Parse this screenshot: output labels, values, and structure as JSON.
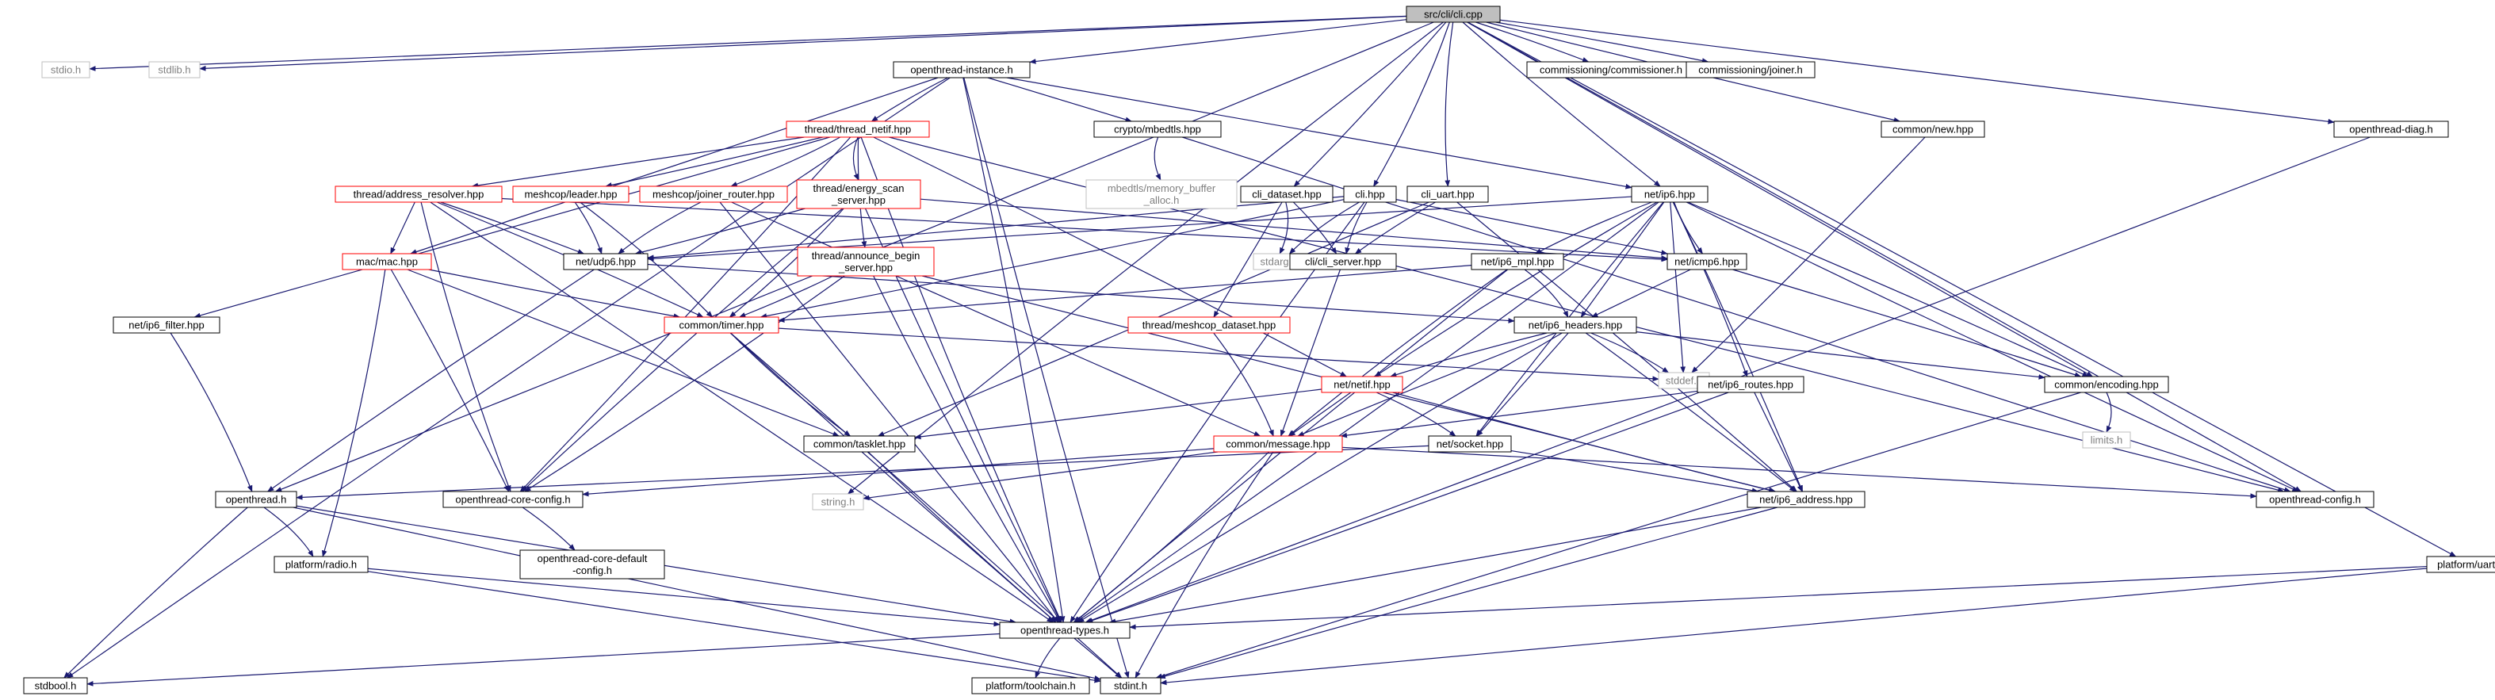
{
  "diagram": {
    "colors": {
      "root_fill": "#bfbfbf",
      "normal_border": "#000000",
      "link_border": "#ff0000",
      "system_border": "#bfbfbf",
      "system_text": "#808080",
      "edge": "#191970",
      "text": "#000000"
    },
    "nodes": [
      {
        "id": "cli_cpp",
        "label": "src/cli/cli.cpp",
        "kind": "root"
      },
      {
        "id": "stdio",
        "label": "stdio.h",
        "kind": "system"
      },
      {
        "id": "stdlib",
        "label": "stdlib.h",
        "kind": "system"
      },
      {
        "id": "ot_instance",
        "label": "openthread-instance.h",
        "kind": "normal"
      },
      {
        "id": "commissioner",
        "label": "commissioning/commissioner.h",
        "kind": "normal"
      },
      {
        "id": "joiner",
        "label": "commissioning/joiner.h",
        "kind": "normal"
      },
      {
        "id": "common_new",
        "label": "common/new.hpp",
        "kind": "normal"
      },
      {
        "id": "ot_diag",
        "label": "openthread-diag.h",
        "kind": "normal"
      },
      {
        "id": "thread_netif",
        "label": "thread/thread_netif.hpp",
        "kind": "link"
      },
      {
        "id": "crypto_mbedtls",
        "label": "crypto/mbedtls.hpp",
        "kind": "normal"
      },
      {
        "id": "mbedtls_mem",
        "label": "mbedtls/memory_buffer\n_alloc.h",
        "kind": "system"
      },
      {
        "id": "addr_resolver",
        "label": "thread/address_resolver.hpp",
        "kind": "link"
      },
      {
        "id": "meshcop_leader",
        "label": "meshcop/leader.hpp",
        "kind": "link"
      },
      {
        "id": "meshcop_jr",
        "label": "meshcop/joiner_router.hpp",
        "kind": "link"
      },
      {
        "id": "energy_scan",
        "label": "thread/energy_scan\n_server.hpp",
        "kind": "link"
      },
      {
        "id": "cli_dataset",
        "label": "cli_dataset.hpp",
        "kind": "normal"
      },
      {
        "id": "cli_hpp",
        "label": "cli.hpp",
        "kind": "normal"
      },
      {
        "id": "cli_uart",
        "label": "cli_uart.hpp",
        "kind": "normal"
      },
      {
        "id": "net_ip6",
        "label": "net/ip6.hpp",
        "kind": "normal"
      },
      {
        "id": "mac_mac",
        "label": "mac/mac.hpp",
        "kind": "link"
      },
      {
        "id": "net_udp6",
        "label": "net/udp6.hpp",
        "kind": "normal"
      },
      {
        "id": "announce_begin",
        "label": "thread/announce_begin\n_server.hpp",
        "kind": "link"
      },
      {
        "id": "stdarg",
        "label": "stdarg.h",
        "kind": "system"
      },
      {
        "id": "cli_server",
        "label": "cli/cli_server.hpp",
        "kind": "normal"
      },
      {
        "id": "ip6_mpl",
        "label": "net/ip6_mpl.hpp",
        "kind": "normal"
      },
      {
        "id": "net_icmp6",
        "label": "net/icmp6.hpp",
        "kind": "normal"
      },
      {
        "id": "ip6_filter",
        "label": "net/ip6_filter.hpp",
        "kind": "normal"
      },
      {
        "id": "common_timer",
        "label": "common/timer.hpp",
        "kind": "link"
      },
      {
        "id": "meshcop_dataset",
        "label": "thread/meshcop_dataset.hpp",
        "kind": "link"
      },
      {
        "id": "ip6_headers",
        "label": "net/ip6_headers.hpp",
        "kind": "normal"
      },
      {
        "id": "stddef",
        "label": "stddef.h",
        "kind": "system"
      },
      {
        "id": "net_netif",
        "label": "net/netif.hpp",
        "kind": "link"
      },
      {
        "id": "ip6_routes",
        "label": "net/ip6_routes.hpp",
        "kind": "normal"
      },
      {
        "id": "common_encoding",
        "label": "common/encoding.hpp",
        "kind": "normal"
      },
      {
        "id": "limits",
        "label": "limits.h",
        "kind": "system"
      },
      {
        "id": "common_tasklet",
        "label": "common/tasklet.hpp",
        "kind": "normal"
      },
      {
        "id": "common_message",
        "label": "common/message.hpp",
        "kind": "link"
      },
      {
        "id": "net_socket",
        "label": "net/socket.hpp",
        "kind": "normal"
      },
      {
        "id": "openthread_h",
        "label": "openthread.h",
        "kind": "normal"
      },
      {
        "id": "ot_core_config",
        "label": "openthread-core-config.h",
        "kind": "normal"
      },
      {
        "id": "string",
        "label": "string.h",
        "kind": "system"
      },
      {
        "id": "ip6_address",
        "label": "net/ip6_address.hpp",
        "kind": "normal"
      },
      {
        "id": "ot_config",
        "label": "openthread-config.h",
        "kind": "normal"
      },
      {
        "id": "platform_radio",
        "label": "platform/radio.h",
        "kind": "normal"
      },
      {
        "id": "ot_core_default",
        "label": "openthread-core-default\n-config.h",
        "kind": "normal"
      },
      {
        "id": "platform_uart",
        "label": "platform/uart.h",
        "kind": "normal"
      },
      {
        "id": "ot_types",
        "label": "openthread-types.h",
        "kind": "normal"
      },
      {
        "id": "stdbool",
        "label": "stdbool.h",
        "kind": "normal"
      },
      {
        "id": "toolchain",
        "label": "platform/toolchain.h",
        "kind": "normal"
      },
      {
        "id": "stdint",
        "label": "stdint.h",
        "kind": "normal"
      }
    ],
    "edges": [
      [
        "cli_cpp",
        "stdio"
      ],
      [
        "cli_cpp",
        "stdlib"
      ],
      [
        "cli_cpp",
        "ot_instance"
      ],
      [
        "cli_cpp",
        "commissioner"
      ],
      [
        "cli_cpp",
        "joiner"
      ],
      [
        "cli_cpp",
        "common_new"
      ],
      [
        "cli_cpp",
        "ot_diag"
      ],
      [
        "cli_cpp",
        "platform_uart"
      ],
      [
        "cli_cpp",
        "cli_dataset"
      ],
      [
        "cli_cpp",
        "cli_hpp"
      ],
      [
        "cli_cpp",
        "cli_uart"
      ],
      [
        "cli_cpp",
        "net_ip6"
      ],
      [
        "cli_cpp",
        "common_encoding"
      ],
      [
        "cli_cpp",
        "ot_config"
      ],
      [
        "cli_cpp",
        "openthread_h"
      ],
      [
        "cli_cpp",
        "string"
      ],
      [
        "ot_instance",
        "thread_netif"
      ],
      [
        "ot_instance",
        "crypto_mbedtls"
      ],
      [
        "ot_instance",
        "net_ip6"
      ],
      [
        "ot_instance",
        "ot_types"
      ],
      [
        "ot_instance",
        "stdbool"
      ],
      [
        "ot_instance",
        "stdint"
      ],
      [
        "ot_instance",
        "mac_mac"
      ],
      [
        "common_new",
        "stddef"
      ],
      [
        "ot_diag",
        "ot_types"
      ],
      [
        "crypto_mbedtls",
        "mbedtls_mem"
      ],
      [
        "crypto_mbedtls",
        "ot_config"
      ],
      [
        "thread_netif",
        "addr_resolver"
      ],
      [
        "thread_netif",
        "meshcop_leader"
      ],
      [
        "thread_netif",
        "meshcop_jr"
      ],
      [
        "thread_netif",
        "energy_scan"
      ],
      [
        "thread_netif",
        "announce_begin"
      ],
      [
        "thread_netif",
        "ip6_filter"
      ],
      [
        "thread_netif",
        "ot_core_config"
      ],
      [
        "thread_netif",
        "net_netif"
      ],
      [
        "thread_netif",
        "ot_types"
      ],
      [
        "thread_netif",
        "ot_config"
      ],
      [
        "addr_resolver",
        "mac_mac"
      ],
      [
        "addr_resolver",
        "net_udp6"
      ],
      [
        "addr_resolver",
        "common_timer"
      ],
      [
        "addr_resolver",
        "ot_core_config"
      ],
      [
        "addr_resolver",
        "net_icmp6"
      ],
      [
        "addr_resolver",
        "ot_types"
      ],
      [
        "meshcop_leader",
        "net_udp6"
      ],
      [
        "meshcop_leader",
        "common_timer"
      ],
      [
        "meshcop_jr",
        "net_udp6"
      ],
      [
        "meshcop_jr",
        "common_message"
      ],
      [
        "meshcop_jr",
        "ot_types"
      ],
      [
        "energy_scan",
        "net_udp6"
      ],
      [
        "energy_scan",
        "common_timer"
      ],
      [
        "energy_scan",
        "ot_core_config"
      ],
      [
        "energy_scan",
        "ot_types"
      ],
      [
        "energy_scan",
        "net_icmp6"
      ],
      [
        "announce_begin",
        "common_timer"
      ],
      [
        "announce_begin",
        "ot_core_config"
      ],
      [
        "announce_begin",
        "ot_types"
      ],
      [
        "announce_begin",
        "ip6_address"
      ],
      [
        "cli_dataset",
        "meshcop_dataset"
      ],
      [
        "cli_dataset",
        "cli_server"
      ],
      [
        "cli_dataset",
        "stdarg"
      ],
      [
        "cli_hpp",
        "stdarg"
      ],
      [
        "cli_hpp",
        "cli_server"
      ],
      [
        "cli_hpp",
        "net_icmp6"
      ],
      [
        "cli_hpp",
        "net_udp6"
      ],
      [
        "cli_hpp",
        "common_timer"
      ],
      [
        "cli_hpp",
        "ot_types"
      ],
      [
        "cli_uart",
        "cli_server"
      ],
      [
        "cli_uart",
        "common_tasklet"
      ],
      [
        "cli_uart",
        "ip6_address"
      ],
      [
        "net_ip6",
        "net_udp6"
      ],
      [
        "net_ip6",
        "ip6_mpl"
      ],
      [
        "net_ip6",
        "net_icmp6"
      ],
      [
        "net_ip6",
        "ip6_headers"
      ],
      [
        "net_ip6",
        "ip6_routes"
      ],
      [
        "net_ip6",
        "common_encoding"
      ],
      [
        "net_ip6",
        "net_netif"
      ],
      [
        "net_ip6",
        "net_socket"
      ],
      [
        "net_ip6",
        "stddef"
      ],
      [
        "net_ip6",
        "ip6_address"
      ],
      [
        "net_ip6",
        "ot_types"
      ],
      [
        "net_ip6",
        "ot_config"
      ],
      [
        "mac_mac",
        "common_timer"
      ],
      [
        "mac_mac",
        "common_tasklet"
      ],
      [
        "mac_mac",
        "ot_core_config"
      ],
      [
        "mac_mac",
        "platform_radio"
      ],
      [
        "net_udp6",
        "ip6_headers"
      ],
      [
        "net_udp6",
        "openthread_h"
      ],
      [
        "cli_server",
        "common_message"
      ],
      [
        "ip6_mpl",
        "common_timer"
      ],
      [
        "ip6_mpl",
        "ip6_headers"
      ],
      [
        "ip6_mpl",
        "common_message"
      ],
      [
        "ip6_mpl",
        "ot_types"
      ],
      [
        "net_icmp6",
        "ip6_headers"
      ],
      [
        "net_icmp6",
        "common_encoding"
      ],
      [
        "ip6_filter",
        "openthread_h"
      ],
      [
        "common_timer",
        "common_tasklet"
      ],
      [
        "common_timer",
        "ot_types"
      ],
      [
        "common_timer",
        "stddef"
      ],
      [
        "common_timer",
        "stdint"
      ],
      [
        "meshcop_dataset",
        "common_message"
      ],
      [
        "ip6_headers",
        "net_netif"
      ],
      [
        "ip6_headers",
        "common_message"
      ],
      [
        "ip6_headers",
        "net_socket"
      ],
      [
        "ip6_headers",
        "ip6_address"
      ],
      [
        "ip6_headers",
        "stddef"
      ],
      [
        "ip6_headers",
        "common_encoding"
      ],
      [
        "ip6_headers",
        "ot_types"
      ],
      [
        "net_netif",
        "common_message"
      ],
      [
        "net_netif",
        "common_tasklet"
      ],
      [
        "net_netif",
        "net_socket"
      ],
      [
        "net_netif",
        "ip6_address"
      ],
      [
        "ip6_routes",
        "common_message"
      ],
      [
        "ip6_routes",
        "ip6_address"
      ],
      [
        "ip6_routes",
        "ot_types"
      ],
      [
        "common_encoding",
        "limits"
      ],
      [
        "common_encoding",
        "stdint"
      ],
      [
        "common_tasklet",
        "ot_types"
      ],
      [
        "common_message",
        "ot_core_config"
      ],
      [
        "common_message",
        "string"
      ],
      [
        "common_message",
        "ot_types"
      ],
      [
        "common_message",
        "stdint"
      ],
      [
        "common_message",
        "ot_config"
      ],
      [
        "net_socket",
        "openthread_h"
      ],
      [
        "net_socket",
        "ip6_address"
      ],
      [
        "openthread_h",
        "platform_radio"
      ],
      [
        "openthread_h",
        "ot_types"
      ],
      [
        "openthread_h",
        "stdbool"
      ],
      [
        "openthread_h",
        "stdint"
      ],
      [
        "ot_core_config",
        "ot_core_default"
      ],
      [
        "ip6_address",
        "ot_types"
      ],
      [
        "ip6_address",
        "stdint"
      ],
      [
        "platform_radio",
        "ot_types"
      ],
      [
        "platform_radio",
        "stdint"
      ],
      [
        "platform_uart",
        "ot_types"
      ],
      [
        "platform_uart",
        "stdint"
      ],
      [
        "ot_types",
        "stdbool"
      ],
      [
        "ot_types",
        "toolchain"
      ],
      [
        "ot_types",
        "stdint"
      ]
    ]
  }
}
